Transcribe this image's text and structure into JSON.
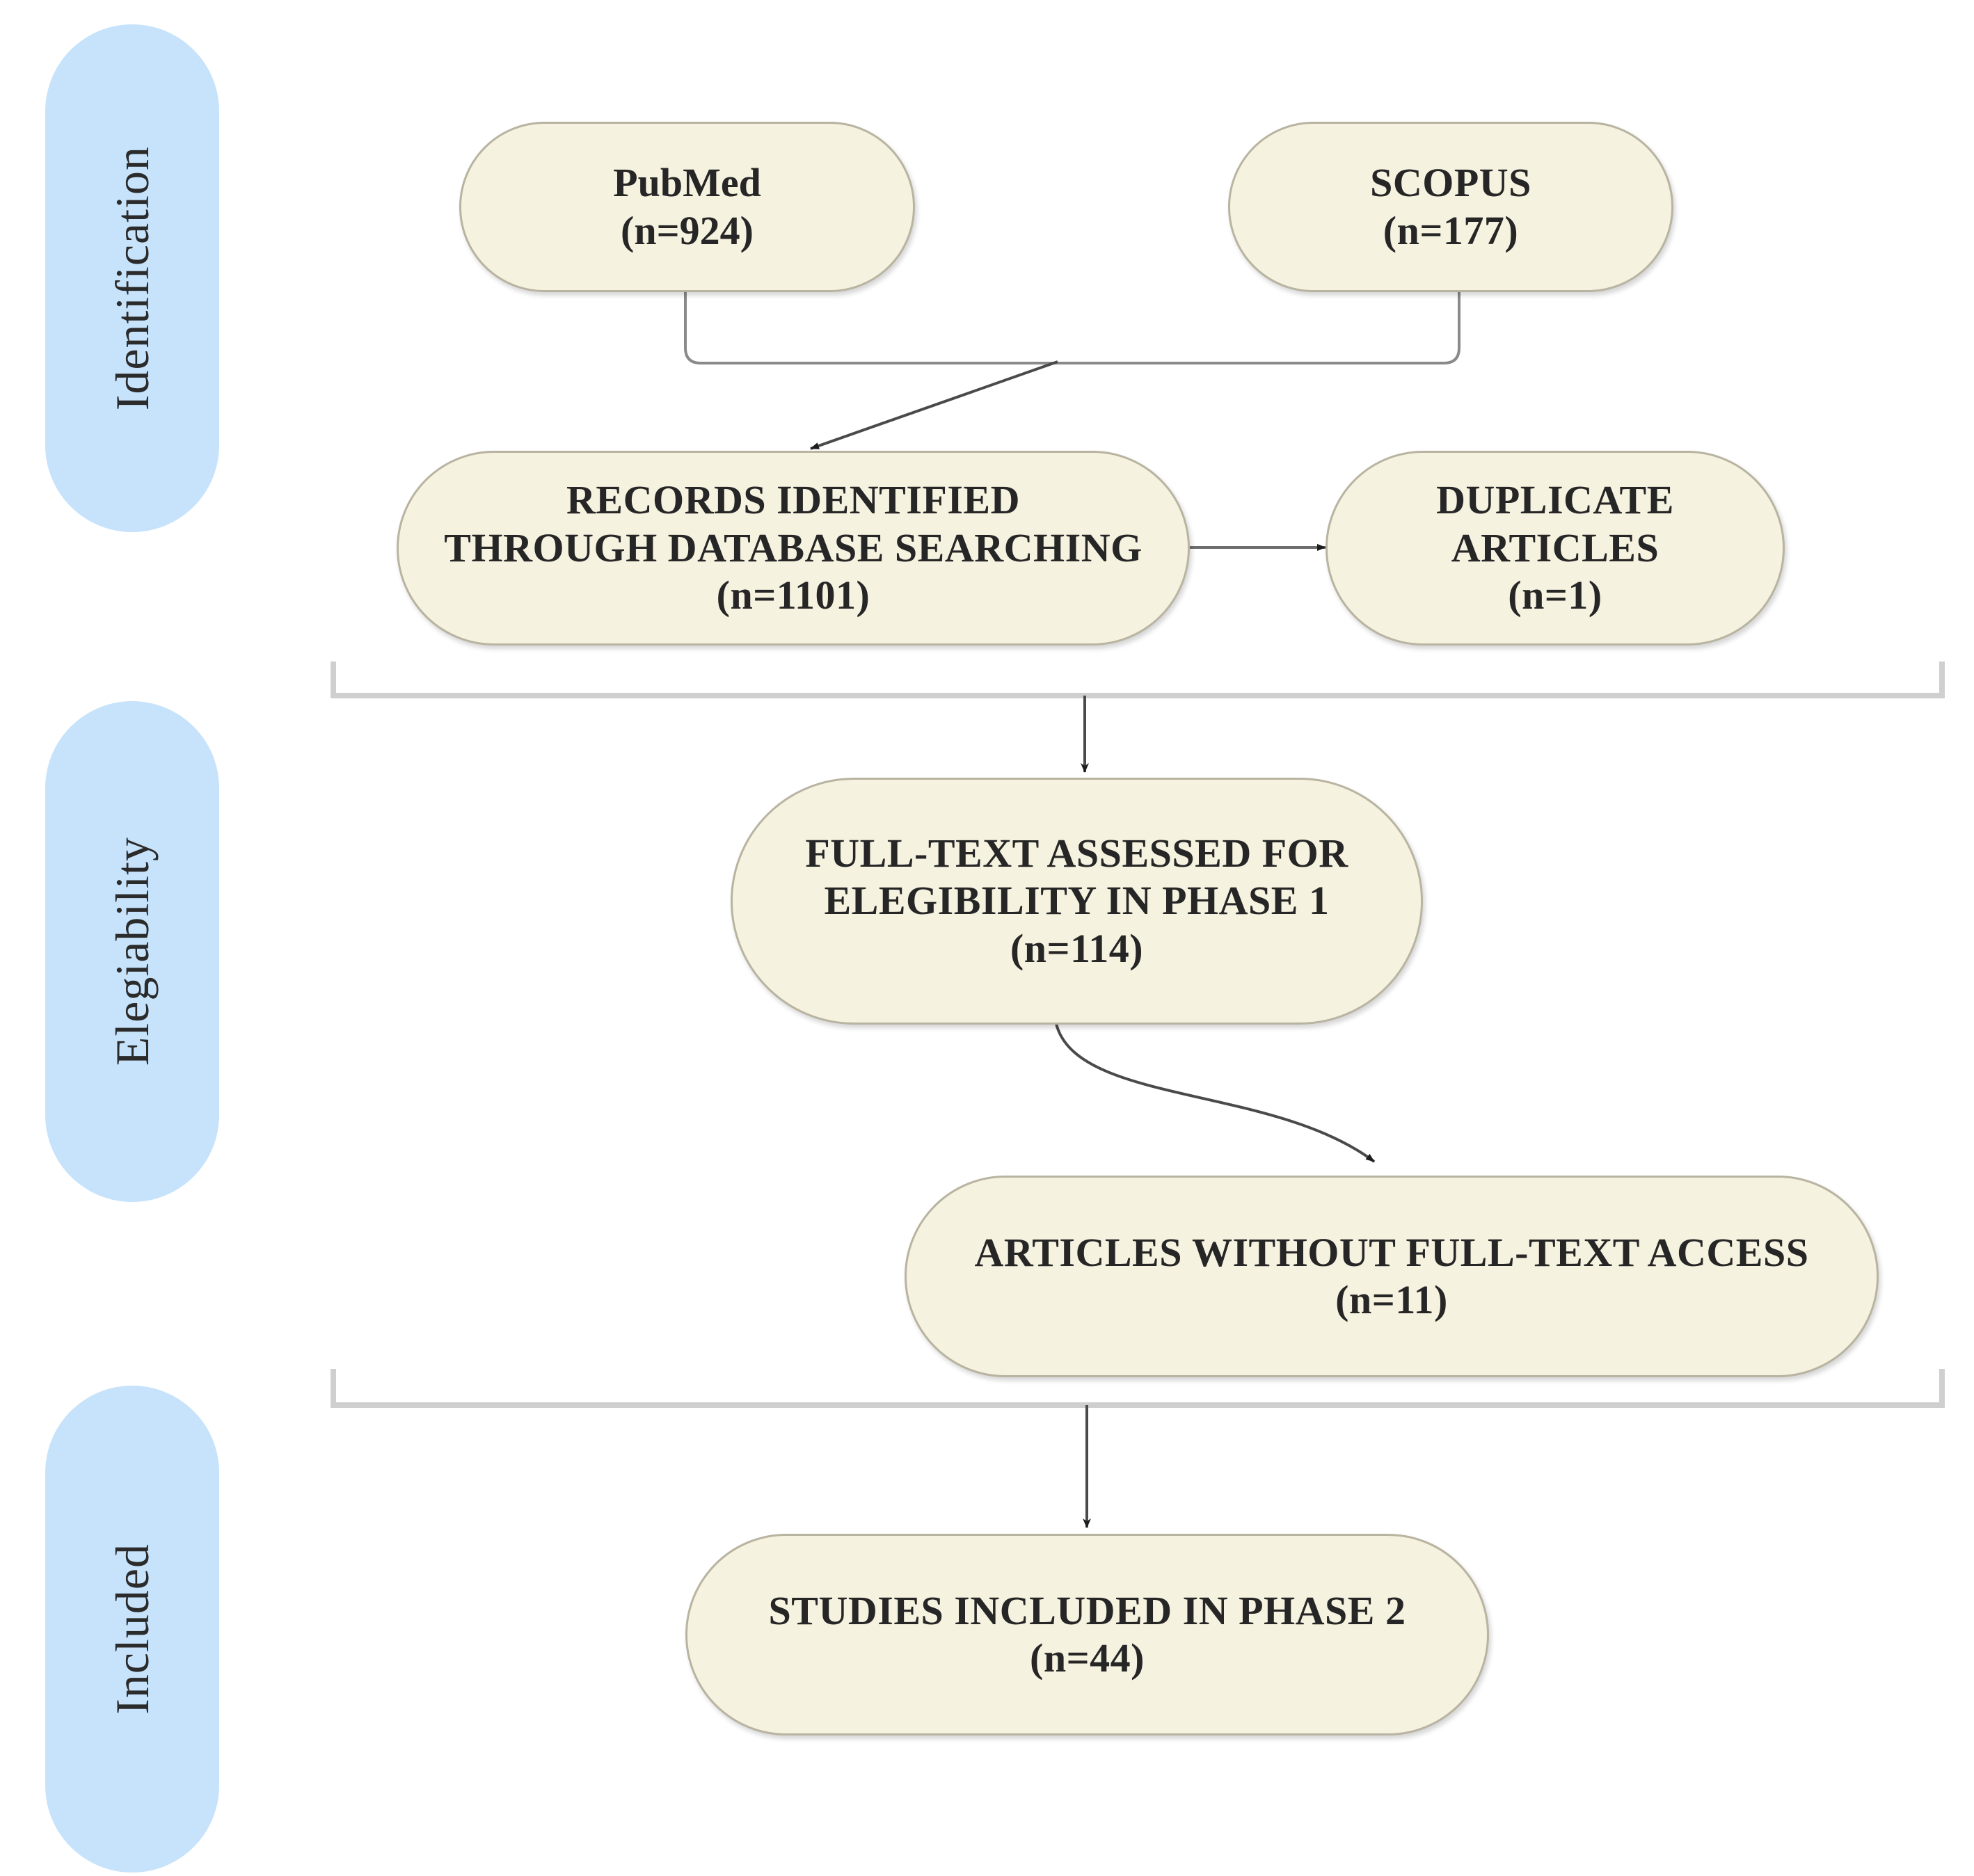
{
  "diagram": {
    "title": "PRISMA study selection flow diagram",
    "colors": {
      "phase_pill": "#c7e3fb",
      "node_fill": "#f6f2e0",
      "node_border": "#b9b4a1",
      "connector": "#7a7a7a",
      "text": "#262626"
    }
  },
  "phases": [
    {
      "id": "identification",
      "label": "Identification"
    },
    {
      "id": "elegiability",
      "label": "Elegiability"
    },
    {
      "id": "included",
      "label": "Included"
    }
  ],
  "nodes": [
    {
      "id": "pubmed",
      "phase": "identification",
      "lines": [
        "PubMed"
      ],
      "count": "(n=924)",
      "n": 924
    },
    {
      "id": "scopus",
      "phase": "identification",
      "lines": [
        "SCOPUS"
      ],
      "count": "(n=177)",
      "n": 177
    },
    {
      "id": "records-identified",
      "phase": "identification",
      "lines": [
        "RECORDS IDENTIFIED",
        "THROUGH DATABASE SEARCHING"
      ],
      "count": "(n=1101)",
      "n": 1101
    },
    {
      "id": "duplicate-articles",
      "phase": "identification",
      "lines": [
        "DUPLICATE",
        "ARTICLES"
      ],
      "count": "(n=1)",
      "n": 1
    },
    {
      "id": "full-text-assessed",
      "phase": "elegiability",
      "lines": [
        "FULL-TEXT ASSESSED FOR",
        "ELEGIBILITY IN PHASE 1"
      ],
      "count": "(n=114)",
      "n": 114
    },
    {
      "id": "articles-without-fulltext",
      "phase": "elegiability",
      "lines": [
        "ARTICLES  WITHOUT FULL-TEXT ACCESS"
      ],
      "count": "(n=11)",
      "n": 11
    },
    {
      "id": "studies-included",
      "phase": "included",
      "lines": [
        "STUDIES INCLUDED IN PHASE 2"
      ],
      "count": "(n=44)",
      "n": 44
    }
  ],
  "edges": [
    {
      "id": "pubmed-to-merge",
      "from": "pubmed",
      "to": "merge-bracket",
      "arrow": false
    },
    {
      "id": "scopus-to-merge",
      "from": "scopus",
      "to": "merge-bracket",
      "arrow": false
    },
    {
      "id": "merge-to-records",
      "from": "merge-bracket",
      "to": "records-identified",
      "arrow": true
    },
    {
      "id": "records-to-duplicates",
      "from": "records-identified",
      "to": "duplicate-articles",
      "arrow": true
    },
    {
      "id": "identification-to-fulltext",
      "from": "identification-rule",
      "to": "full-text-assessed",
      "arrow": true
    },
    {
      "id": "fulltext-to-noaccess",
      "from": "full-text-assessed",
      "to": "articles-without-fulltext",
      "arrow": true
    },
    {
      "id": "elegiability-to-included",
      "from": "elegiability-rule",
      "to": "studies-included",
      "arrow": true
    }
  ],
  "chart_data": {
    "type": "diagram",
    "title": "PRISMA study selection flow diagram",
    "stages": [
      {
        "phase": "Identification",
        "label": "PubMed",
        "value": 924
      },
      {
        "phase": "Identification",
        "label": "SCOPUS",
        "value": 177
      },
      {
        "phase": "Identification",
        "label": "RECORDS IDENTIFIED THROUGH DATABASE SEARCHING",
        "value": 1101
      },
      {
        "phase": "Identification",
        "label": "DUPLICATE ARTICLES",
        "value": 1
      },
      {
        "phase": "Elegiability",
        "label": "FULL-TEXT ASSESSED FOR ELEGIBILITY IN PHASE 1",
        "value": 114
      },
      {
        "phase": "Elegiability",
        "label": "ARTICLES  WITHOUT FULL-TEXT ACCESS",
        "value": 11
      },
      {
        "phase": "Included",
        "label": "STUDIES INCLUDED IN PHASE 2",
        "value": 44
      }
    ]
  }
}
